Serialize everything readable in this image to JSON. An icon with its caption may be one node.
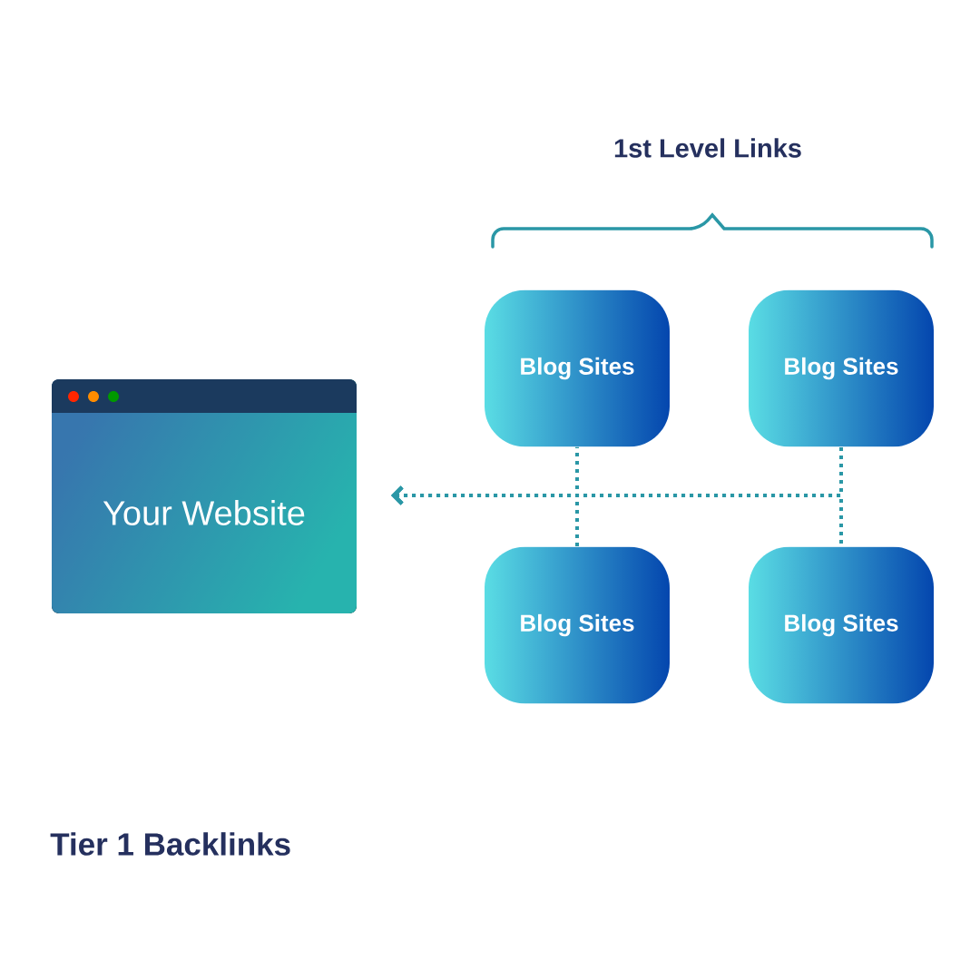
{
  "diagram": {
    "title": "Tier 1 Backlinks",
    "nodes": [
      {
        "text": [
          "Your Website"
        ]
      },
      {
        "text": [
          "Blog Sites"
        ]
      },
      {
        "text": [
          "Blog Sites"
        ]
      },
      {
        "text": [
          "Blog Sites"
        ]
      },
      {
        "text": [
          "Blog Sites"
        ]
      }
    ],
    "edges": [
      {
        "from": 1,
        "to": 0,
        "arrow": "to",
        "style": "dashed"
      },
      {
        "from": 2,
        "to": 0,
        "arrow": "to",
        "style": "dashed"
      },
      {
        "from": 3,
        "to": 0,
        "arrow": "to",
        "style": "dashed"
      },
      {
        "from": 4,
        "to": 0,
        "arrow": "to",
        "style": "dashed"
      }
    ],
    "labels": [
      "1st Level Links"
    ]
  }
}
